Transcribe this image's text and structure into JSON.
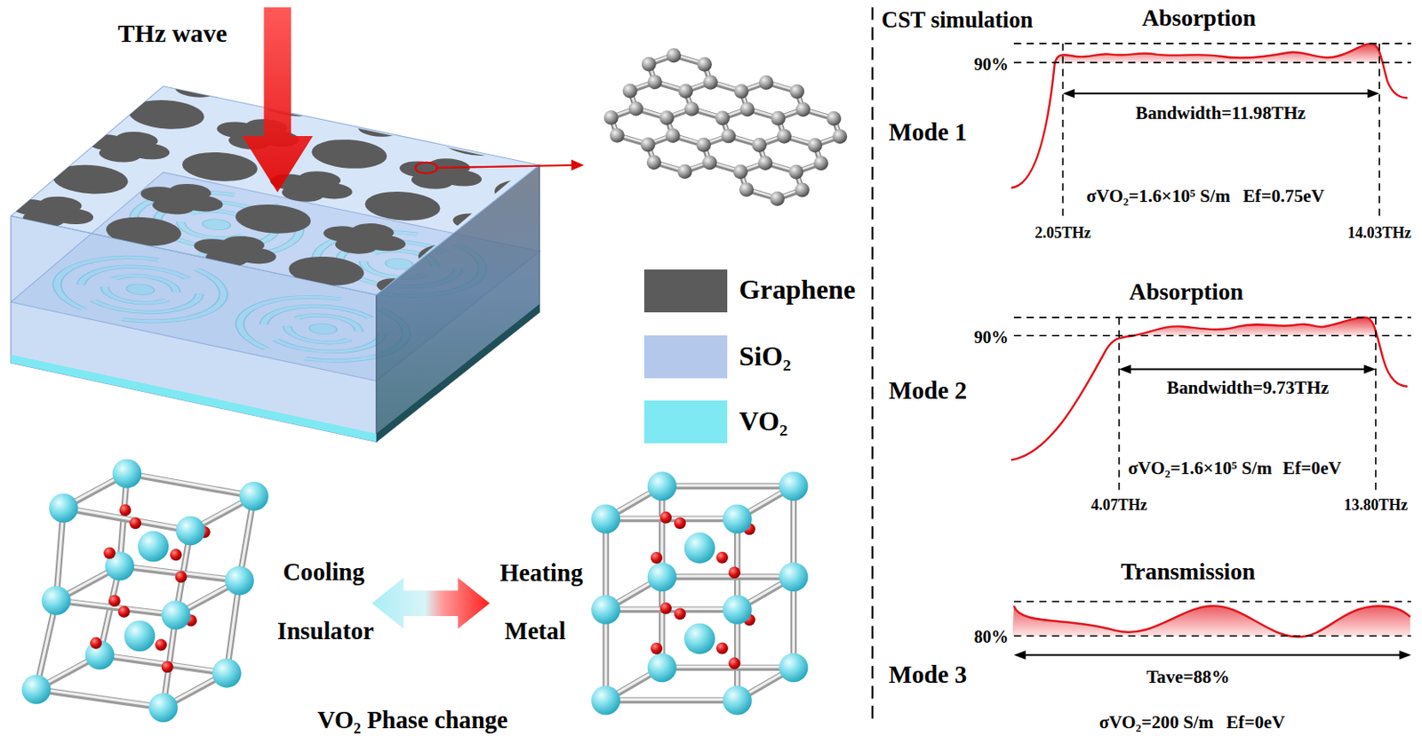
{
  "diagram": {
    "labels": [
      "THz wave",
      "CST simulation",
      "Absorption",
      "90%",
      "Mode 1",
      "Bandwidth=11.98THz",
      "σVO₂=1.6×10⁵ S/m",
      "Ef=0.75eV",
      "2.05THz",
      "14.03THz",
      "Absorption",
      "90%",
      "Mode 2",
      "Bandwidth=9.73THz",
      "σVO₂=1.6×10⁵ S/m",
      "Ef=0eV",
      "4.07THz",
      "13.80THz",
      "Transmission",
      "80%",
      "Mode 3",
      "Tave=88%",
      "σVO₂=200 S/m",
      "Ef=0eV",
      "Cooling",
      "Heating",
      "Insulator",
      "Metal",
      "VO₂ Phase change"
    ],
    "legend": [
      {
        "text": "Graphene",
        "color": "#5b5b5b"
      },
      {
        "text": "SiO₂",
        "color": "#b4c8ec"
      },
      {
        "text": "VO₂",
        "color": "#7ee9f2"
      }
    ]
  }
}
